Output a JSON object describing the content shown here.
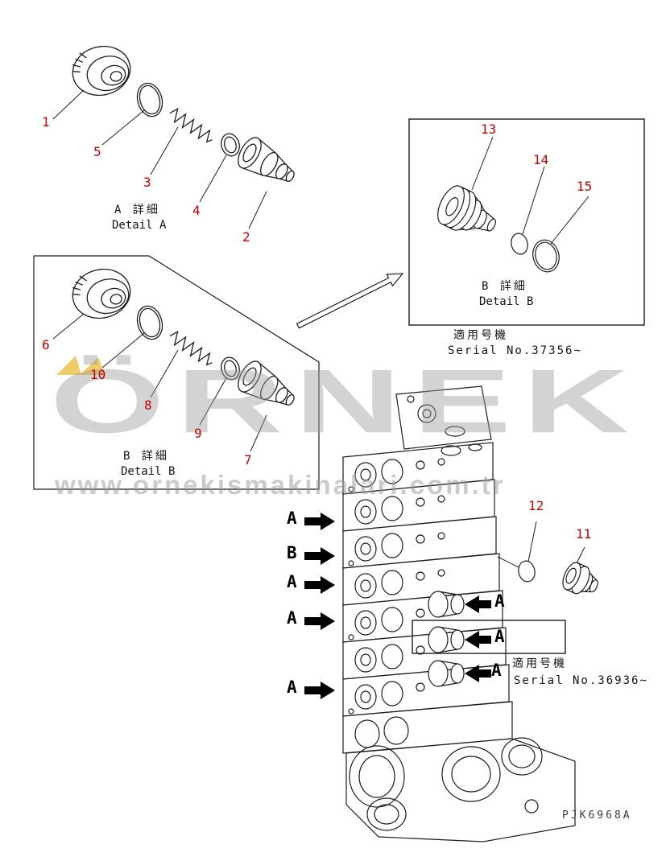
{
  "code": "PJK6968A",
  "watermark": {
    "brand": "ÖRNEK",
    "url": "www.ornekismakinalari.com.tr"
  },
  "callouts": {
    "p1": "1",
    "p2": "2",
    "p3": "3",
    "p4": "4",
    "p5": "5",
    "p6": "6",
    "p7": "7",
    "p8": "8",
    "p9": "9",
    "p10": "10",
    "p11": "11",
    "p12": "12",
    "p13": "13",
    "p14": "14",
    "p15": "15"
  },
  "details": {
    "a": {
      "jp": "A 詳細",
      "en": "Detail A"
    },
    "b_left": {
      "jp": "B 詳細",
      "en": "Detail B"
    },
    "b_right": {
      "jp": "B 詳細",
      "en": "Detail B"
    }
  },
  "serials": {
    "right": {
      "jp": "適用号機",
      "en": "Serial No.37356~"
    },
    "bottom": {
      "jp": "適用号機",
      "en": "Serial No.36936~"
    }
  },
  "arrows": {
    "left": [
      "A",
      "B",
      "A",
      "A",
      "A"
    ],
    "right": [
      "A",
      "A",
      "A"
    ]
  },
  "colors": {
    "callout_red": "#c40000",
    "line_black": "#1c1c1c",
    "watermark_gray": "#9e9e9e",
    "watermark_yellow": "#ecc043"
  }
}
